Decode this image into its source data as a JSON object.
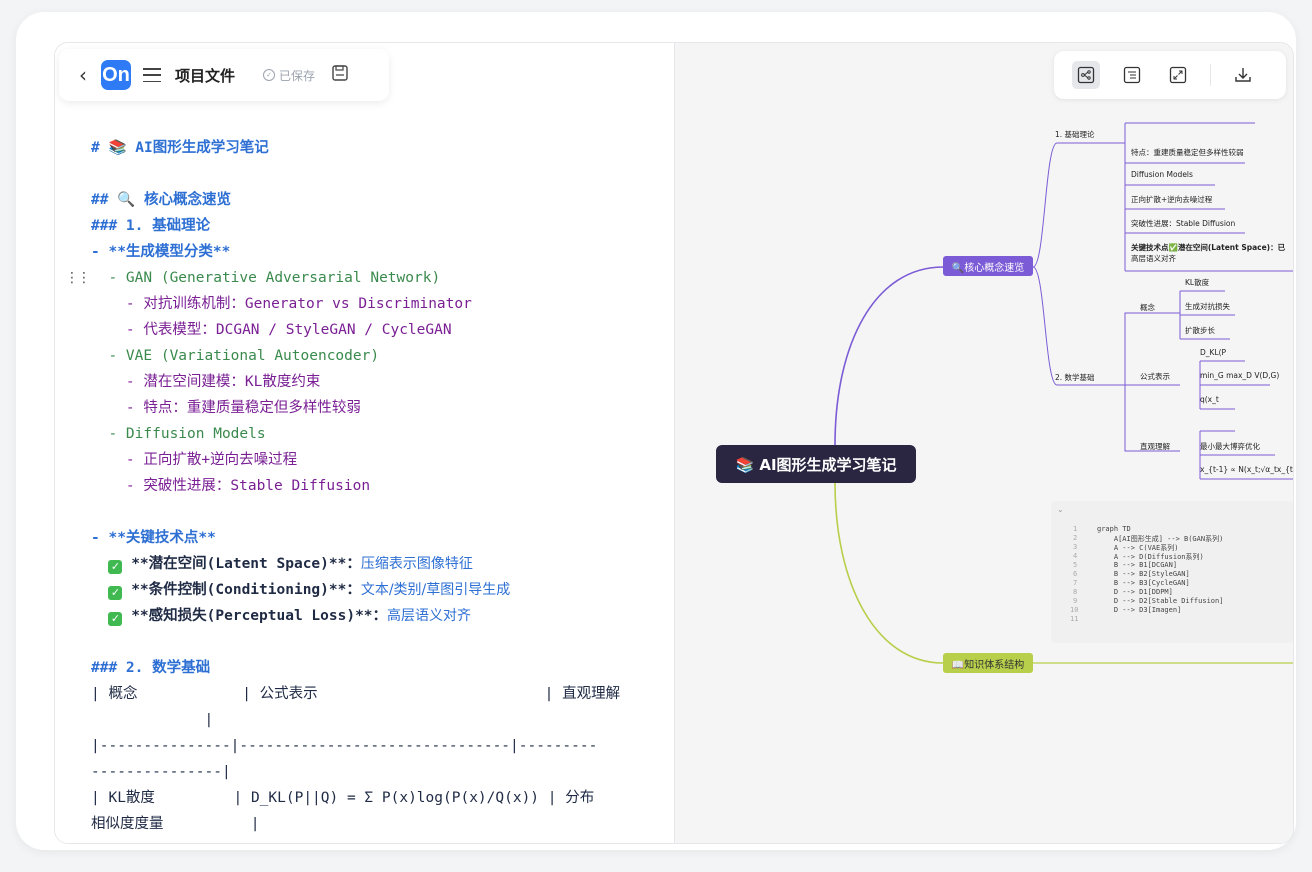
{
  "header": {
    "back_glyph": "‹",
    "logo_text": "On",
    "title": "项目文件",
    "saved_status": "已保存"
  },
  "editor": {
    "lines": [
      "# 📚 AI图形生成学习笔记",
      "## 🔍 核心概念速览",
      "### 1. 基础理论",
      "- **生成模型分类**",
      "  - GAN (Generative Adversarial Network)",
      "    - 对抗训练机制：Generator vs Discriminator",
      "    - 代表模型：DCGAN / StyleGAN / CycleGAN",
      "  - VAE (Variational Autoencoder)",
      "    - 潜在空间建模：KL散度约束",
      "    - 特点：重建质量稳定但多样性较弱",
      "  - Diffusion Models",
      "    - 正向扩散+逆向去噪过程",
      "    - 突破性进展：Stable Diffusion",
      "- **关键技术点**",
      "**潜在空间(Latent Space)**：",
      "压缩表示图像特征",
      "**条件控制(Conditioning)**：",
      "文本/类别/草图引导生成",
      "**感知损失(Perceptual Loss)**：",
      "高层语义对齐",
      "### 2. 数学基础",
      "| 概念            | 公式表示                          | 直观理解",
      "             |",
      "|---------------|-------------------------------|---------",
      "---------------|",
      "| KL散度         | D_KL(P||Q) = Σ P(x)log(P(x)/Q(x)) | 分布",
      "相似度度量          |"
    ]
  },
  "mindmap": {
    "root": "📚 AI图形生成学习笔记",
    "branch1": "🔍核心概念速览",
    "branch2": "📖知识体系结构",
    "labels": {
      "basic": "1. 基础理论",
      "feature": "特点：重建质量稳定但多样性较弱",
      "diffusion": "Diffusion Models",
      "forward": "正向扩散+逆向去噪过程",
      "breakthrough": "突破性进展：Stable Diffusion",
      "keytech1": "关键技术点✅潜在空间(Latent Space)：已",
      "keytech2": "高层语义对齐",
      "math": "2. 数学基础",
      "concept": "概念",
      "kl": "KL散度",
      "adv": "生成对抗损失",
      "step": "扩散步长",
      "formula": "公式表示",
      "dkl": "D_KL(P",
      "minmax": "min_G max_D V(D,G)",
      "qx": "q(x_t",
      "intuition": "直观理解",
      "game": "最小最大博弈优化",
      "xt": "x_{t-1} ∝ N(x_t;√α_tx_{t"
    },
    "code": [
      "graph TD",
      "    A[AI图形生成] --> B(GAN系列)",
      "    A --> C(VAE系列)",
      "    A --> D(Diffusion系列)",
      "    B --> B1[DCGAN]",
      "    B --> B2[StyleGAN]",
      "    B --> B3[CycleGAN]",
      "    D --> D1[DDPM]",
      "    D --> D2[Stable Diffusion]",
      "    D --> D3[Imagen]",
      ""
    ],
    "code_line_numbers": [
      "1",
      "2",
      "3",
      "4",
      "5",
      "6",
      "7",
      "8",
      "9",
      "10",
      "11"
    ]
  },
  "colors": {
    "accent": "#2f7bf5",
    "heading": "#2d6fd3",
    "green_text": "#3a8a4d",
    "purple_text": "#7a1f94",
    "branch_purple": "#7b5bd6",
    "branch_green": "#b7cf4a",
    "root_bg": "#2a2540"
  }
}
